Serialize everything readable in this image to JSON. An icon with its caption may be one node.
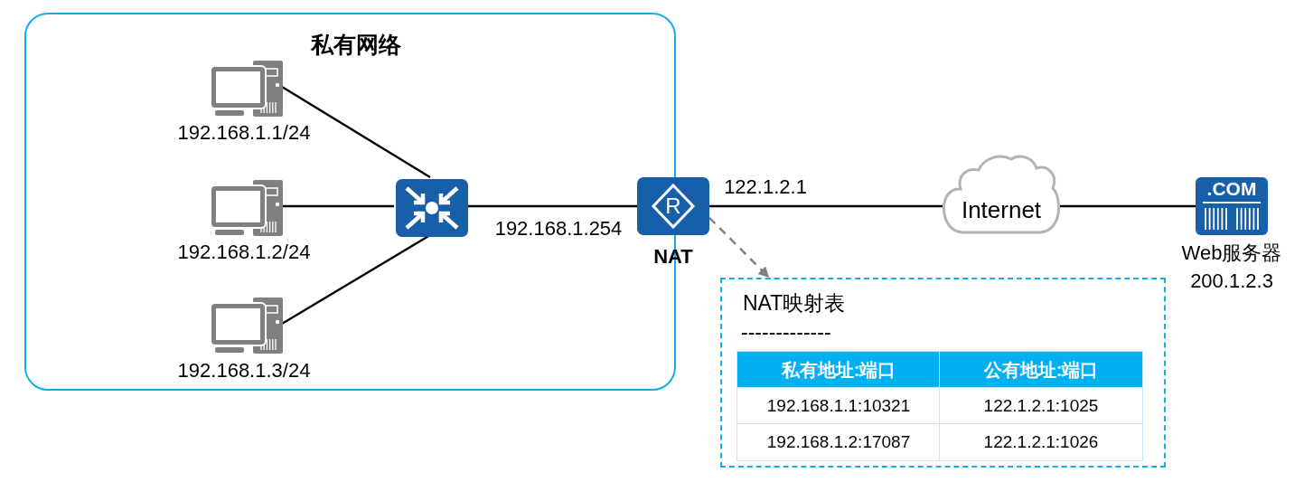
{
  "diagram": {
    "nodes": [
      {
        "text": [
          "私有网络"
        ]
      },
      {
        "text": [],
        "shape": "picture",
        "in": 0,
        "beside": [
          "192.168.1.1/24"
        ]
      },
      {
        "text": [],
        "shape": "picture",
        "in": 0,
        "beside": [
          "192.168.1.2/24"
        ]
      },
      {
        "text": [],
        "shape": "picture",
        "in": 0,
        "beside": [
          "192.168.1.3/24"
        ]
      },
      {
        "text": [],
        "shape": "picture",
        "in": 0
      },
      {
        "text": [
          "R"
        ],
        "beside": [
          "NAT"
        ]
      },
      {
        "text": [
          "Internet"
        ]
      },
      {
        "text": [
          ".COM"
        ],
        "beside": [
          "Web服务器",
          "200.1.2.3"
        ]
      },
      {
        "text": [
          "NAT映射表"
        ]
      }
    ],
    "edges": [
      {
        "from": 1,
        "to": 4,
        "arrow": "none"
      },
      {
        "from": 2,
        "to": 4,
        "arrow": "none"
      },
      {
        "from": 3,
        "to": 4,
        "arrow": "none"
      },
      {
        "from": 4,
        "to": 5,
        "arrow": "none",
        "label": "192.168.1.254"
      },
      {
        "from": 5,
        "to": 6,
        "arrow": "none",
        "label": "122.1.2.1"
      },
      {
        "from": 6,
        "to": 7,
        "arrow": "none"
      },
      {
        "from": 5,
        "to": 8,
        "arrow": "to",
        "style": "dashed",
        "color": "#808080"
      }
    ],
    "labels": [
      "-------------",
      "私有地址:端口",
      "公有地址:端口",
      "192.168.1.1:10321",
      "122.1.2.1:1025",
      "192.168.1.2:17087",
      "122.1.2.1:1026"
    ]
  }
}
